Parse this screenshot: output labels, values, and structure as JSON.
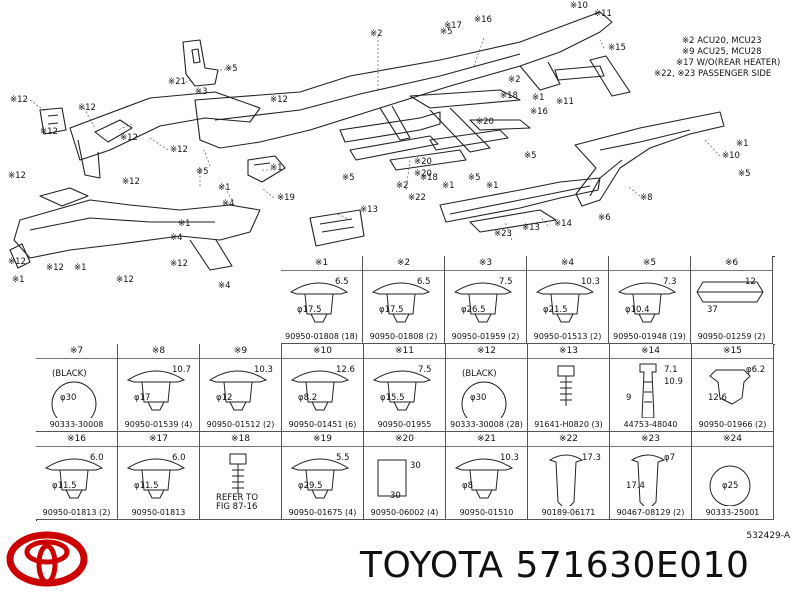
{
  "notes": [
    "※2  ACU20, MCU23",
    "※9  ACU25, MCU28",
    "※17  W/O(REAR HEATER)",
    "※22, ※23  PASSENGER SIDE"
  ],
  "frame_callouts": [
    "※2",
    "※5",
    "※3",
    "※21",
    "※12",
    "※12",
    "※12",
    "※12",
    "※12",
    "※4",
    "※5",
    "※1",
    "※1",
    "※19",
    "※4",
    "※12",
    "※12",
    "※12",
    "※12",
    "※12",
    "※1",
    "※12",
    "※4",
    "※1",
    "※1",
    "※13",
    "※2",
    "※5",
    "※20",
    "※18",
    "※1",
    "※5",
    "※1",
    "※22",
    "※13",
    "※23",
    "※14",
    "※5",
    "※17",
    "※16",
    "※15",
    "※10",
    "※11",
    "※18",
    "※16",
    "※2",
    "※1",
    "※20",
    "※5",
    "※8",
    "※10",
    "※11",
    "※5",
    "※6",
    "※1",
    "※20",
    "※12"
  ],
  "clips": [
    {
      "id": "※1",
      "part": "90950-01808 (18)",
      "dims": [
        "6.5",
        "φ17.5"
      ]
    },
    {
      "id": "※2",
      "part": "90950-01808 (2)",
      "dims": [
        "6.5",
        "φ17.5"
      ]
    },
    {
      "id": "※3",
      "part": "90950-01959 (2)",
      "dims": [
        "7.5",
        "φ26.5"
      ]
    },
    {
      "id": "※4",
      "part": "90950-01513 (2)",
      "dims": [
        "10.3",
        "φ21.5"
      ]
    },
    {
      "id": "※5",
      "part": "90950-01948 (19)",
      "dims": [
        "7.3",
        "φ10.4"
      ]
    },
    {
      "id": "※6",
      "part": "90950-01259 (2)",
      "dims": [
        "12",
        "37"
      ]
    },
    {
      "id": "※7",
      "part": "90333-30008",
      "dims": [
        "(BLACK)",
        "φ30"
      ]
    },
    {
      "id": "※8",
      "part": "90950-01539 (4)",
      "dims": [
        "10.7",
        "φ17"
      ]
    },
    {
      "id": "※9",
      "part": "90950-01512 (2)",
      "dims": [
        "10.3",
        "φ12"
      ]
    },
    {
      "id": "※10",
      "part": "90950-01451 (6)",
      "dims": [
        "12.6",
        "φ8.2"
      ]
    },
    {
      "id": "※11",
      "part": "90950-01955",
      "dims": [
        "7.5",
        "φ15.5"
      ]
    },
    {
      "id": "※12",
      "part": "90333-30008 (28)",
      "dims": [
        "(BLACK)",
        "φ30"
      ]
    },
    {
      "id": "※13",
      "part": "91641-H0820 (3)",
      "dims": []
    },
    {
      "id": "※14",
      "part": "44753-48040",
      "dims": [
        "7.1",
        "9",
        "10.9"
      ]
    },
    {
      "id": "※15",
      "part": "90950-01966 (2)",
      "dims": [
        "φ6.2",
        "12.6"
      ]
    },
    {
      "id": "※16",
      "part": "90950-01813 (2)",
      "dims": [
        "6.0",
        "φ11.5"
      ]
    },
    {
      "id": "※17",
      "part": "90950-01813",
      "dims": [
        "6.0",
        "φ11.5"
      ]
    },
    {
      "id": "※18",
      "part": "",
      "dims": [
        "REFER TO",
        "FIG 87-16"
      ]
    },
    {
      "id": "※19",
      "part": "90950-01675 (4)",
      "dims": [
        "5.5",
        "φ29.5"
      ]
    },
    {
      "id": "※20",
      "part": "90950-06002 (4)",
      "dims": [
        "30",
        "30"
      ]
    },
    {
      "id": "※21",
      "part": "90950-01510",
      "dims": [
        "10.3",
        "φ8"
      ]
    },
    {
      "id": "※22",
      "part": "90189-06171",
      "dims": [
        "17.3"
      ]
    },
    {
      "id": "※23",
      "part": "90467-08129 (2)",
      "dims": [
        "φ7",
        "17.4"
      ]
    },
    {
      "id": "※24",
      "part": "90333-25001",
      "dims": [
        "φ25"
      ]
    }
  ],
  "ref_code": "532429-A",
  "brand_title": "TOYOTA 571630E010",
  "logo_name": "toyota-logo"
}
